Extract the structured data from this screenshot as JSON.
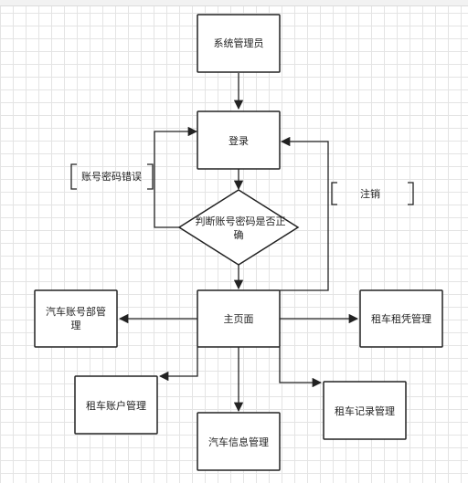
{
  "nodes": {
    "sys_admin": "系统管理员",
    "login": "登录",
    "check_line1": "判断账号密码是否正",
    "check_line2": "确",
    "main_page": "主页面",
    "car_account_line1": "汽车账号部管",
    "car_account_line2": "理",
    "rental_voucher": "租车租凭管理",
    "rental_account": "租车账户管理",
    "rental_record": "租车记录管理",
    "car_info": "汽车信息管理"
  },
  "notes": {
    "wrong_password": "账号密码错误",
    "logout": "注销"
  }
}
